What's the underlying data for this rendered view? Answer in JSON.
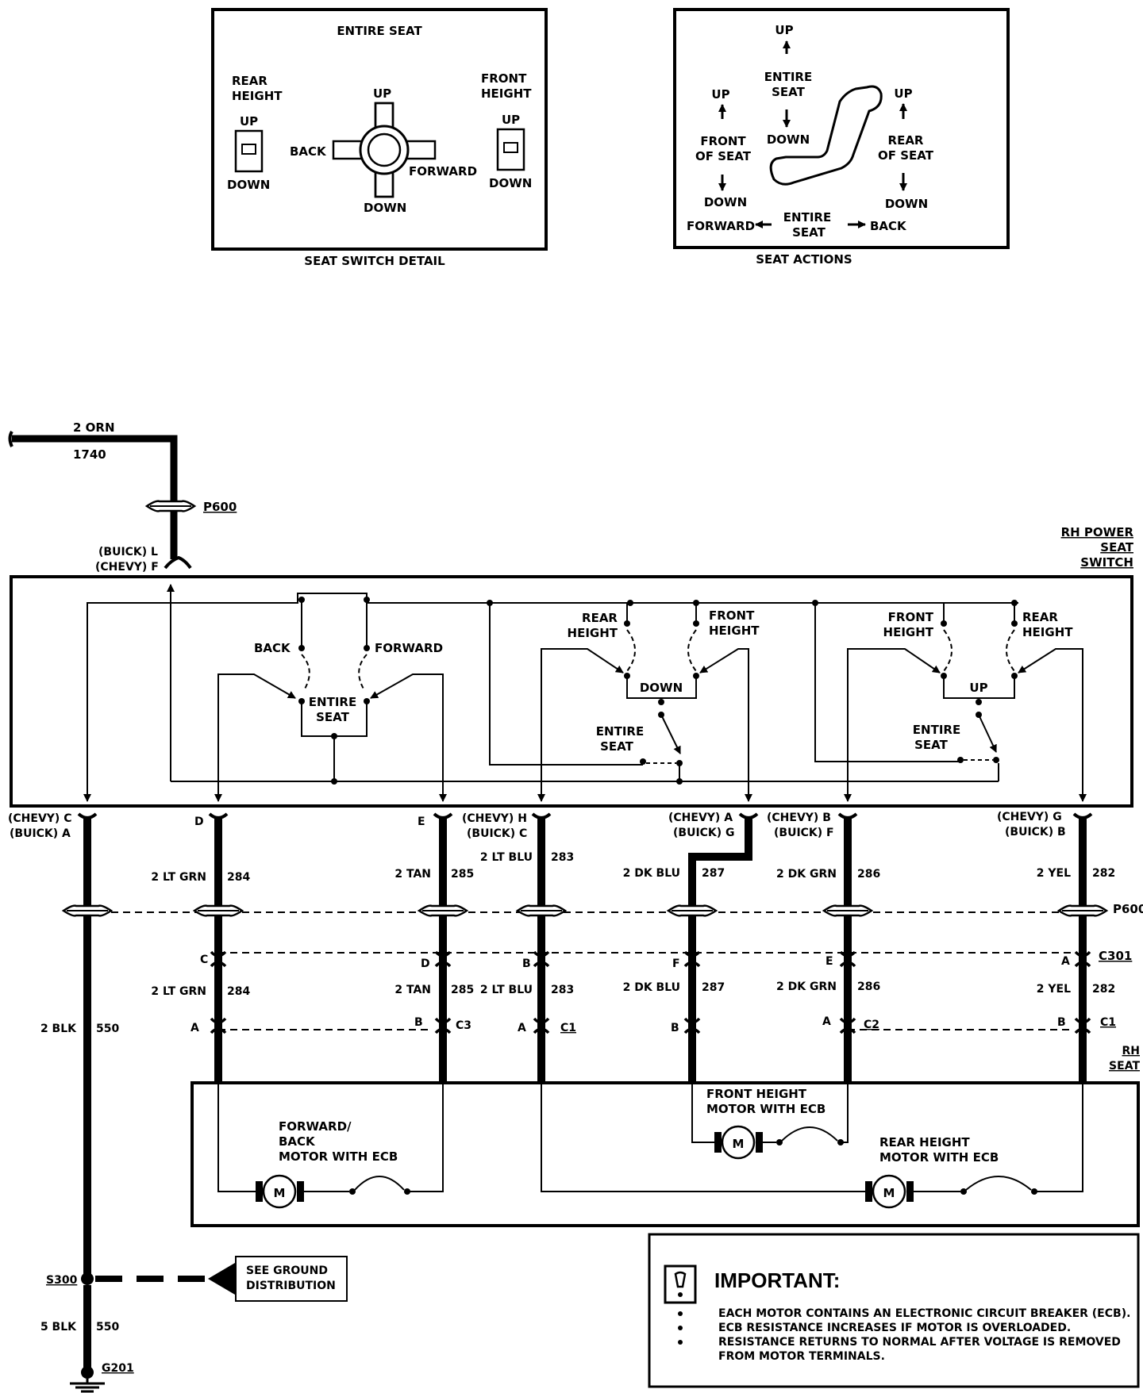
{
  "seat_switch_detail": {
    "title": "ENTIRE SEAT",
    "caption": "SEAT SWITCH DETAIL",
    "rear_height": [
      "REAR",
      "HEIGHT"
    ],
    "front_height": [
      "FRONT",
      "HEIGHT"
    ],
    "up": "UP",
    "down": "DOWN",
    "back": "BACK",
    "forward": "FORWARD"
  },
  "seat_actions": {
    "caption": "SEAT ACTIONS",
    "up": "UP",
    "down": "DOWN",
    "entire_seat": [
      "ENTIRE",
      "SEAT"
    ],
    "front_of_seat": [
      "FRONT",
      "OF SEAT"
    ],
    "rear_of_seat": [
      "REAR",
      "OF SEAT"
    ],
    "forward": "FORWARD",
    "back": "BACK"
  },
  "feed": {
    "wire": "2 ORN",
    "circuit": "1740",
    "connector": "P600",
    "pin_buick": "(BUICK) L",
    "pin_chevy": "(CHEVY) F"
  },
  "switch": {
    "title": [
      "RH POWER",
      "SEAT",
      "SWITCH"
    ],
    "back": "BACK",
    "forward": "FORWARD",
    "entire_seat": [
      "ENTIRE",
      "SEAT"
    ],
    "rear_height": [
      "REAR",
      "HEIGHT"
    ],
    "front_height": [
      "FRONT",
      "HEIGHT"
    ],
    "down": "DOWN",
    "up": "UP"
  },
  "circuits": [
    {
      "pin_top": [
        "(CHEVY) C",
        "(BUICK) A"
      ],
      "wire": "2 BLK",
      "circuit": "550"
    },
    {
      "pin_top": "D",
      "wire": "2 LT GRN",
      "circuit": "284",
      "pin_c301": "C",
      "pin_bottom": "A"
    },
    {
      "pin_top": "E",
      "wire": "2 TAN",
      "circuit": "285",
      "pin_c301": "D",
      "pin_bottom": "B",
      "bottom_conn": "C3"
    },
    {
      "pin_top": [
        "(CHEVY) H",
        "(BUICK) C"
      ],
      "wire": "2 LT BLU",
      "circuit": "283",
      "pin_c301": "B",
      "pin_bottom": "A",
      "bottom_conn": "C1"
    },
    {
      "pin_top": [
        "(CHEVY) A",
        "(BUICK) G"
      ],
      "wire": "2 DK BLU",
      "circuit": "287",
      "pin_c301": "F",
      "pin_bottom": "B"
    },
    {
      "pin_top": [
        "(CHEVY) B",
        "(BUICK) F"
      ],
      "wire": "2 DK GRN",
      "circuit": "286",
      "pin_c301": "E",
      "pin_bottom": "A",
      "bottom_conn": "C2"
    },
    {
      "pin_top": [
        "(CHEVY) G",
        "(BUICK) B"
      ],
      "wire": "2 YEL",
      "circuit": "282",
      "pin_c301": "A",
      "pin_bottom": "B",
      "bottom_conn": "C1"
    }
  ],
  "connectors": {
    "p600": "P600",
    "c301": "C301"
  },
  "seat": {
    "title": [
      "RH",
      "SEAT"
    ],
    "fwd_motor": [
      "FORWARD/",
      "BACK",
      "MOTOR WITH ECB"
    ],
    "front_motor": [
      "FRONT HEIGHT",
      "MOTOR WITH ECB"
    ],
    "rear_motor": [
      "REAR HEIGHT",
      "MOTOR WITH ECB"
    ],
    "motor_symbol": "M"
  },
  "ground": {
    "splice": "S300",
    "ground_wire": "5 BLK",
    "ground_circuit": "550",
    "ground": "G201",
    "see": [
      "SEE GROUND",
      "DISTRIBUTION"
    ]
  },
  "important": {
    "title": "IMPORTANT:",
    "icon": "info-icon",
    "lines": [
      "EACH MOTOR CONTAINS AN ELECTRONIC CIRCUIT BREAKER (ECB).",
      "ECB RESISTANCE INCREASES IF  MOTOR IS OVERLOADED.",
      "RESISTANCE RETURNS TO NORMAL AFTER VOLTAGE IS REMOVED",
      "FROM  MOTOR TERMINALS."
    ]
  }
}
